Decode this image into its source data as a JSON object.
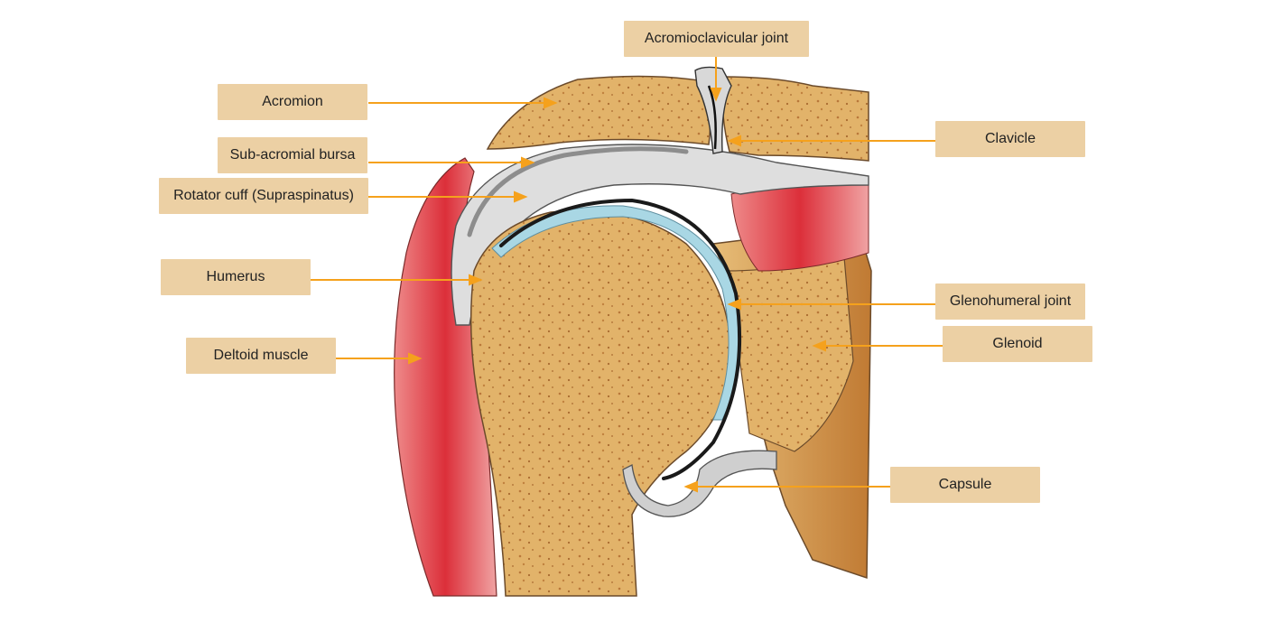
{
  "diagram": {
    "labels": {
      "acromioclavicular_joint": "Acromioclavicular joint",
      "acromion": "Acromion",
      "subacromial_bursa": "Sub-acromial bursa",
      "rotator_cuff": "Rotator cuff (Supraspinatus)",
      "humerus": "Humerus",
      "deltoid_muscle": "Deltoid muscle",
      "clavicle": "Clavicle",
      "glenohumeral_joint": "Glenohumeral joint",
      "glenoid": "Glenoid",
      "capsule": "Capsule"
    },
    "colors": {
      "label_box": "#ecd0a4",
      "pointer": "#f5a11c",
      "bone": "#e3b46a",
      "bone_dark": "#c98a3c",
      "muscle": "#e0414a",
      "cartilage": "#a9d7e4",
      "tendon": "#d9d9d9"
    }
  }
}
